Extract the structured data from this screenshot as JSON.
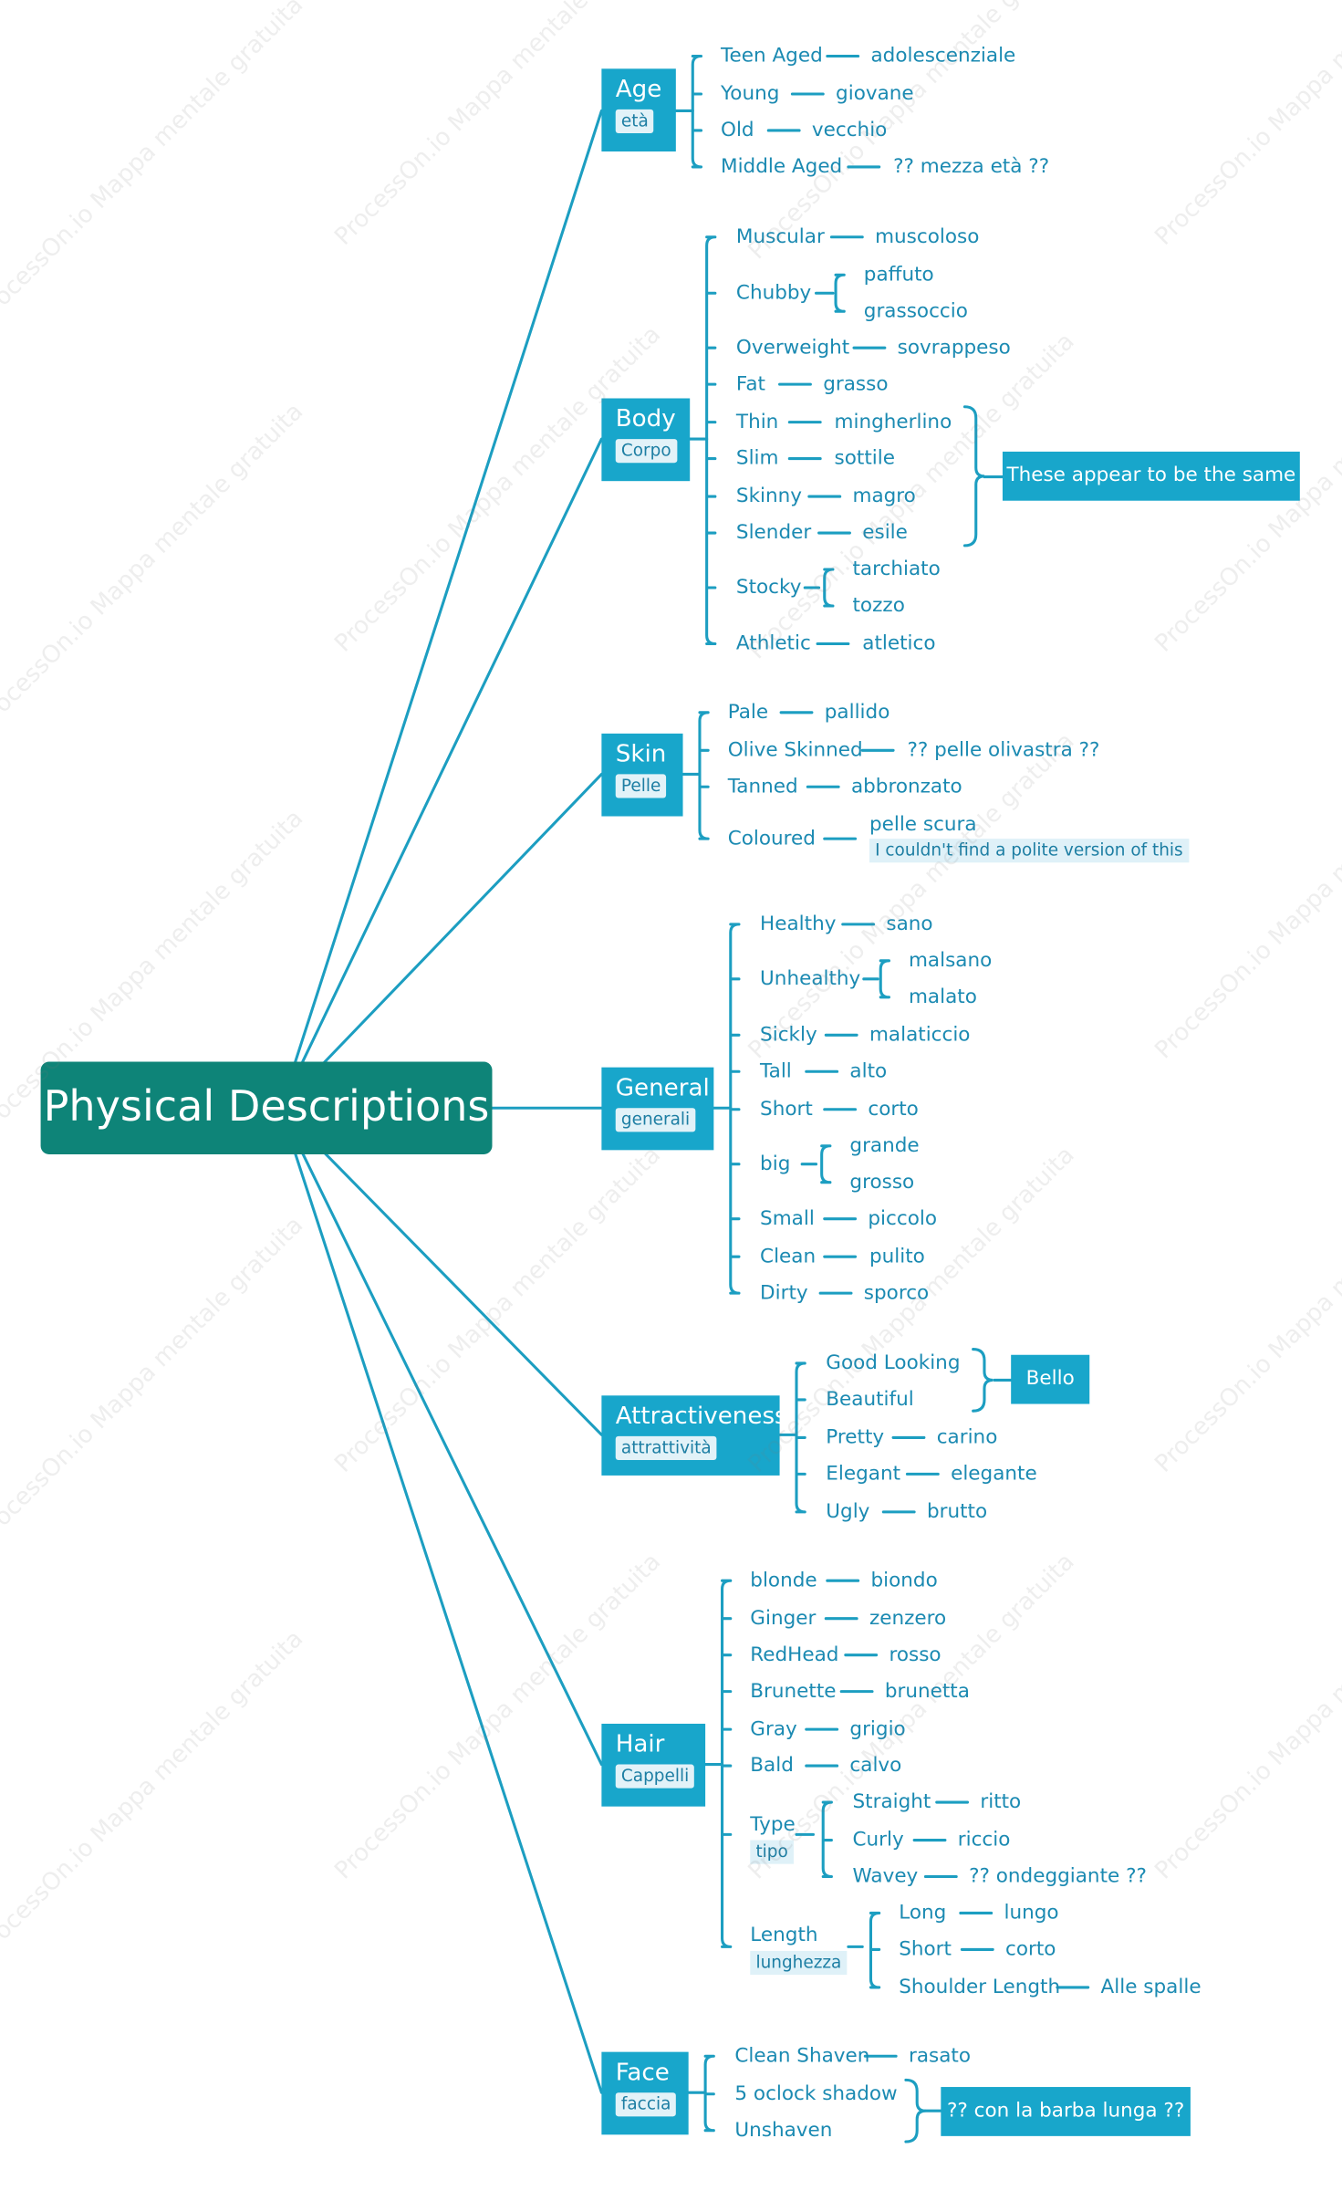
{
  "root": {
    "title": "Physical Descriptions"
  },
  "watermark": "ProcessOn.io Mappa mentale gratuita",
  "branch_color": "#1c9ec1",
  "root_color": "#0e8478",
  "categories": {
    "age": {
      "title": "Age",
      "sub": "età"
    },
    "body": {
      "title": "Body",
      "sub": "Corpo"
    },
    "skin": {
      "title": "Skin",
      "sub": "Pelle"
    },
    "general": {
      "title": "General",
      "sub": "generali"
    },
    "attractiveness": {
      "title": "Attractiveness",
      "sub": "attrattività"
    },
    "hair": {
      "title": "Hair",
      "sub": "Cappelli"
    },
    "face": {
      "title": "Face",
      "sub": "faccia"
    }
  },
  "age": [
    {
      "en": "Teen Aged",
      "it": "adolescenziale"
    },
    {
      "en": "Young",
      "it": "giovane"
    },
    {
      "en": "Old",
      "it": "vecchio"
    },
    {
      "en": "Middle Aged",
      "it": "?? mezza età ??"
    }
  ],
  "body": {
    "muscular": {
      "en": "Muscular",
      "it": "muscoloso"
    },
    "chubby": {
      "en": "Chubby",
      "it": [
        "paffuto",
        "grassoccio"
      ]
    },
    "overweight": {
      "en": "Overweight",
      "it": "sovrappeso"
    },
    "fat": {
      "en": "Fat",
      "it": "grasso"
    },
    "thin": {
      "en": "Thin",
      "it": "mingherlino"
    },
    "slim": {
      "en": "Slim",
      "it": "sottile"
    },
    "skinny": {
      "en": "Skinny",
      "it": "magro"
    },
    "slender": {
      "en": "Slender",
      "it": "esile"
    },
    "stocky": {
      "en": "Stocky",
      "it": [
        "tarchiato",
        "tozzo"
      ]
    },
    "athletic": {
      "en": "Athletic",
      "it": "atletico"
    },
    "same_note": "These appear to be the same"
  },
  "skin": {
    "pale": {
      "en": "Pale",
      "it": "pallido"
    },
    "olive": {
      "en": "Olive Skinned",
      "it": "?? pelle olivastra ??"
    },
    "tanned": {
      "en": "Tanned",
      "it": "abbronzato"
    },
    "coloured": {
      "en": "Coloured",
      "it": "pelle scura",
      "note": "I couldn't find a polite version of this"
    }
  },
  "general": {
    "healthy": {
      "en": "Healthy",
      "it": "sano"
    },
    "unhealthy": {
      "en": "Unhealthy",
      "it": [
        "malsano",
        "malato"
      ]
    },
    "sickly": {
      "en": "Sickly",
      "it": "malaticcio"
    },
    "tall": {
      "en": "Tall",
      "it": "alto"
    },
    "short": {
      "en": "Short",
      "it": "corto"
    },
    "big": {
      "en": "big",
      "it": [
        "grande",
        "grosso"
      ]
    },
    "small": {
      "en": "Small",
      "it": "piccolo"
    },
    "clean": {
      "en": "Clean",
      "it": "pulito"
    },
    "dirty": {
      "en": "Dirty",
      "it": "sporco"
    }
  },
  "attractiveness": {
    "good_looking": "Good Looking",
    "beautiful": "Beautiful",
    "bello": "Bello",
    "pretty": {
      "en": "Pretty",
      "it": "carino"
    },
    "elegant": {
      "en": "Elegant",
      "it": "elegante"
    },
    "ugly": {
      "en": "Ugly",
      "it": "brutto"
    }
  },
  "hair": {
    "colors": [
      {
        "en": "blonde",
        "it": "biondo"
      },
      {
        "en": "Ginger",
        "it": "zenzero"
      },
      {
        "en": "RedHead",
        "it": "rosso"
      },
      {
        "en": "Brunette",
        "it": "brunetta"
      },
      {
        "en": "Gray",
        "it": "grigio"
      },
      {
        "en": "Bald",
        "it": "calvo"
      }
    ],
    "type": {
      "en": "Type",
      "sub": "tipo",
      "items": [
        {
          "en": "Straight",
          "it": "ritto"
        },
        {
          "en": "Curly",
          "it": "riccio"
        },
        {
          "en": "Wavey",
          "it": "?? ondeggiante ??"
        }
      ]
    },
    "length": {
      "en": "Length",
      "sub": "lunghezza",
      "items": [
        {
          "en": "Long",
          "it": "lungo"
        },
        {
          "en": "Short",
          "it": "corto"
        },
        {
          "en": "Shoulder Length",
          "it": "Alle spalle"
        }
      ]
    }
  },
  "face": {
    "clean_shaven": {
      "en": "Clean Shaven",
      "it": "rasato"
    },
    "five_oclock": "5 oclock shadow",
    "unshaven": "Unshaven",
    "beard_note": "?? con la barba lunga ??"
  }
}
